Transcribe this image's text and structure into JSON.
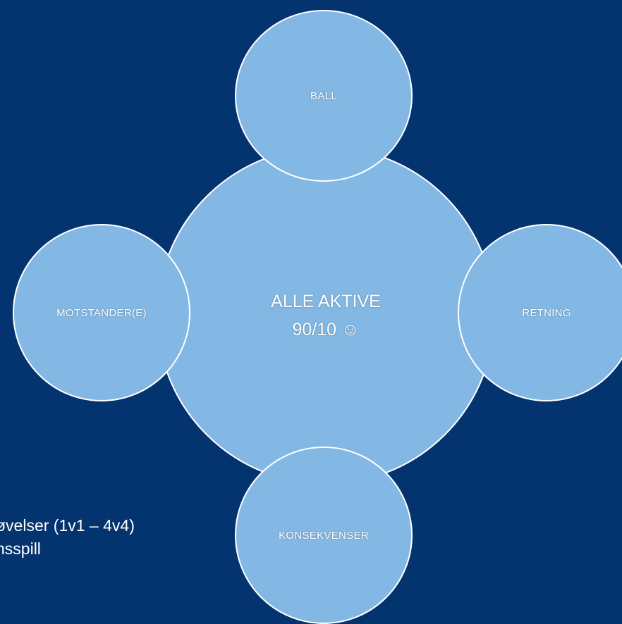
{
  "center": {
    "line1": "ALLE AKTIVE",
    "line2": "90/10",
    "emoji": "☺"
  },
  "satellites": {
    "top": "BALL",
    "right": "RETNING",
    "bottom": "KONSEKVENSER",
    "left": "MOTSTANDER(E)"
  },
  "bullets": [
    "øvelser (1v1 – 4v4)",
    "nsspill"
  ],
  "colors": {
    "background": "#04346f",
    "circle_fill": "#83b8e4",
    "circle_stroke": "#ffffff",
    "text": "#ffffff"
  }
}
